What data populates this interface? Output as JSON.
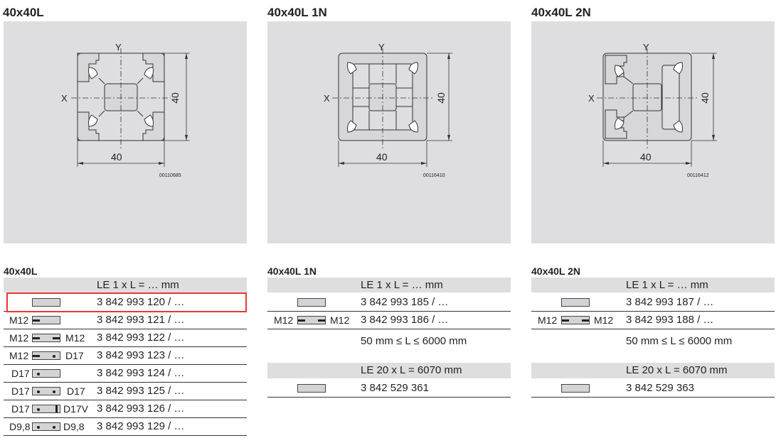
{
  "profiles": [
    {
      "title": "40x40L",
      "drawing_no": "00110685",
      "dim_w": "40",
      "dim_h": "40",
      "axis_x": "X",
      "axis_y": "Y"
    },
    {
      "title": "40x40L 1N",
      "drawing_no": "00116410",
      "dim_w": "40",
      "dim_h": "40",
      "axis_x": "X",
      "axis_y": "Y"
    },
    {
      "title": "40x40L 2N",
      "drawing_no": "00116412",
      "dim_w": "40",
      "dim_h": "40",
      "axis_x": "X",
      "axis_y": "Y"
    }
  ],
  "tables": [
    {
      "title": "40x40L",
      "header": "LE 1 x L = … mm",
      "rows": [
        {
          "left": "",
          "right": "",
          "number": "3 842 993 120 / …"
        },
        {
          "left": "M12",
          "right": "",
          "number": "3 842 993 121 / …"
        },
        {
          "left": "M12",
          "right": "M12",
          "number": "3 842 993 122 / …"
        },
        {
          "left": "M12",
          "right": "D17",
          "number": "3 842 993 123 / …"
        },
        {
          "left": "D17",
          "right": "",
          "number": "3 842 993 124 / …"
        },
        {
          "left": "D17",
          "right": "D17",
          "number": "3 842 993 125 / …"
        },
        {
          "left": "D17",
          "right": "D17V",
          "number": "3 842 993 126 / …"
        },
        {
          "left": "D9,8",
          "right": "D9,8",
          "number": "3 842 993 129 / …"
        }
      ]
    },
    {
      "title": "40x40L 1N",
      "header": "LE 1 x L = … mm",
      "rows": [
        {
          "left": "",
          "right": "",
          "number": "3 842 993 185 / …"
        },
        {
          "left": "M12",
          "right": "M12",
          "number": "3 842 993 186 / …"
        }
      ],
      "range": "50 mm ≤ L ≤ 6000 mm",
      "header2": "LE 20 x L = 6070 mm",
      "row2": "3 842 529 361"
    },
    {
      "title": "40x40L 2N",
      "header": "LE 1 x L = … mm",
      "rows": [
        {
          "left": "",
          "right": "",
          "number": "3 842 993 187 / …"
        },
        {
          "left": "M12",
          "right": "M12",
          "number": "3 842 993 188 / …"
        }
      ],
      "range": "50 mm ≤ L ≤ 6000 mm",
      "header2": "LE 20 x L = 6070 mm",
      "row2": "3 842 529 363"
    }
  ],
  "colors": {
    "panel": "#dedee0",
    "highlight": "#e53935"
  }
}
